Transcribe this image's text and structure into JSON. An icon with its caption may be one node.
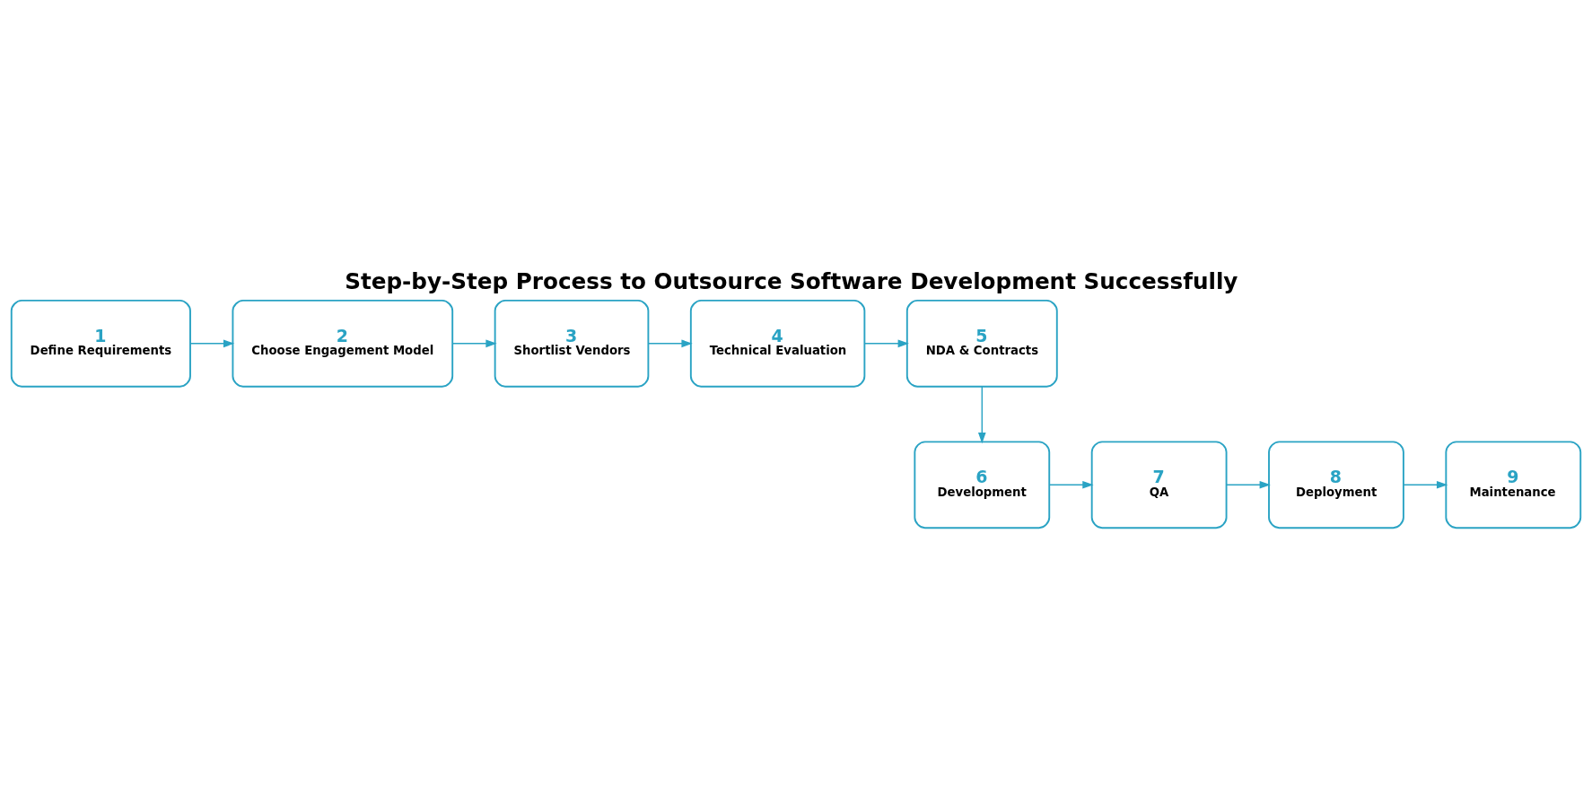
{
  "diagram": {
    "title": "Step-by-Step Process to Outsource Software Development Successfully",
    "nodes": [
      {
        "text": [
          "1",
          "Define Requirements"
        ]
      },
      {
        "text": [
          "2",
          "Choose Engagement Model"
        ]
      },
      {
        "text": [
          "3",
          "Shortlist Vendors"
        ]
      },
      {
        "text": [
          "4",
          "Technical Evaluation"
        ]
      },
      {
        "text": [
          "5",
          "NDA & Contracts"
        ]
      },
      {
        "text": [
          "6",
          "Development"
        ]
      },
      {
        "text": [
          "7",
          "QA"
        ]
      },
      {
        "text": [
          "8",
          "Deployment"
        ]
      },
      {
        "text": [
          "9",
          "Maintenance"
        ]
      }
    ],
    "edges": [
      {
        "from": 0,
        "to": 1,
        "arrow": "to"
      },
      {
        "from": 1,
        "to": 2,
        "arrow": "to"
      },
      {
        "from": 2,
        "to": 3,
        "arrow": "to"
      },
      {
        "from": 3,
        "to": 4,
        "arrow": "to"
      },
      {
        "from": 4,
        "to": 5,
        "arrow": "to"
      },
      {
        "from": 5,
        "to": 6,
        "arrow": "to"
      },
      {
        "from": 6,
        "to": 7,
        "arrow": "to"
      },
      {
        "from": 7,
        "to": 8,
        "arrow": "to"
      }
    ]
  }
}
